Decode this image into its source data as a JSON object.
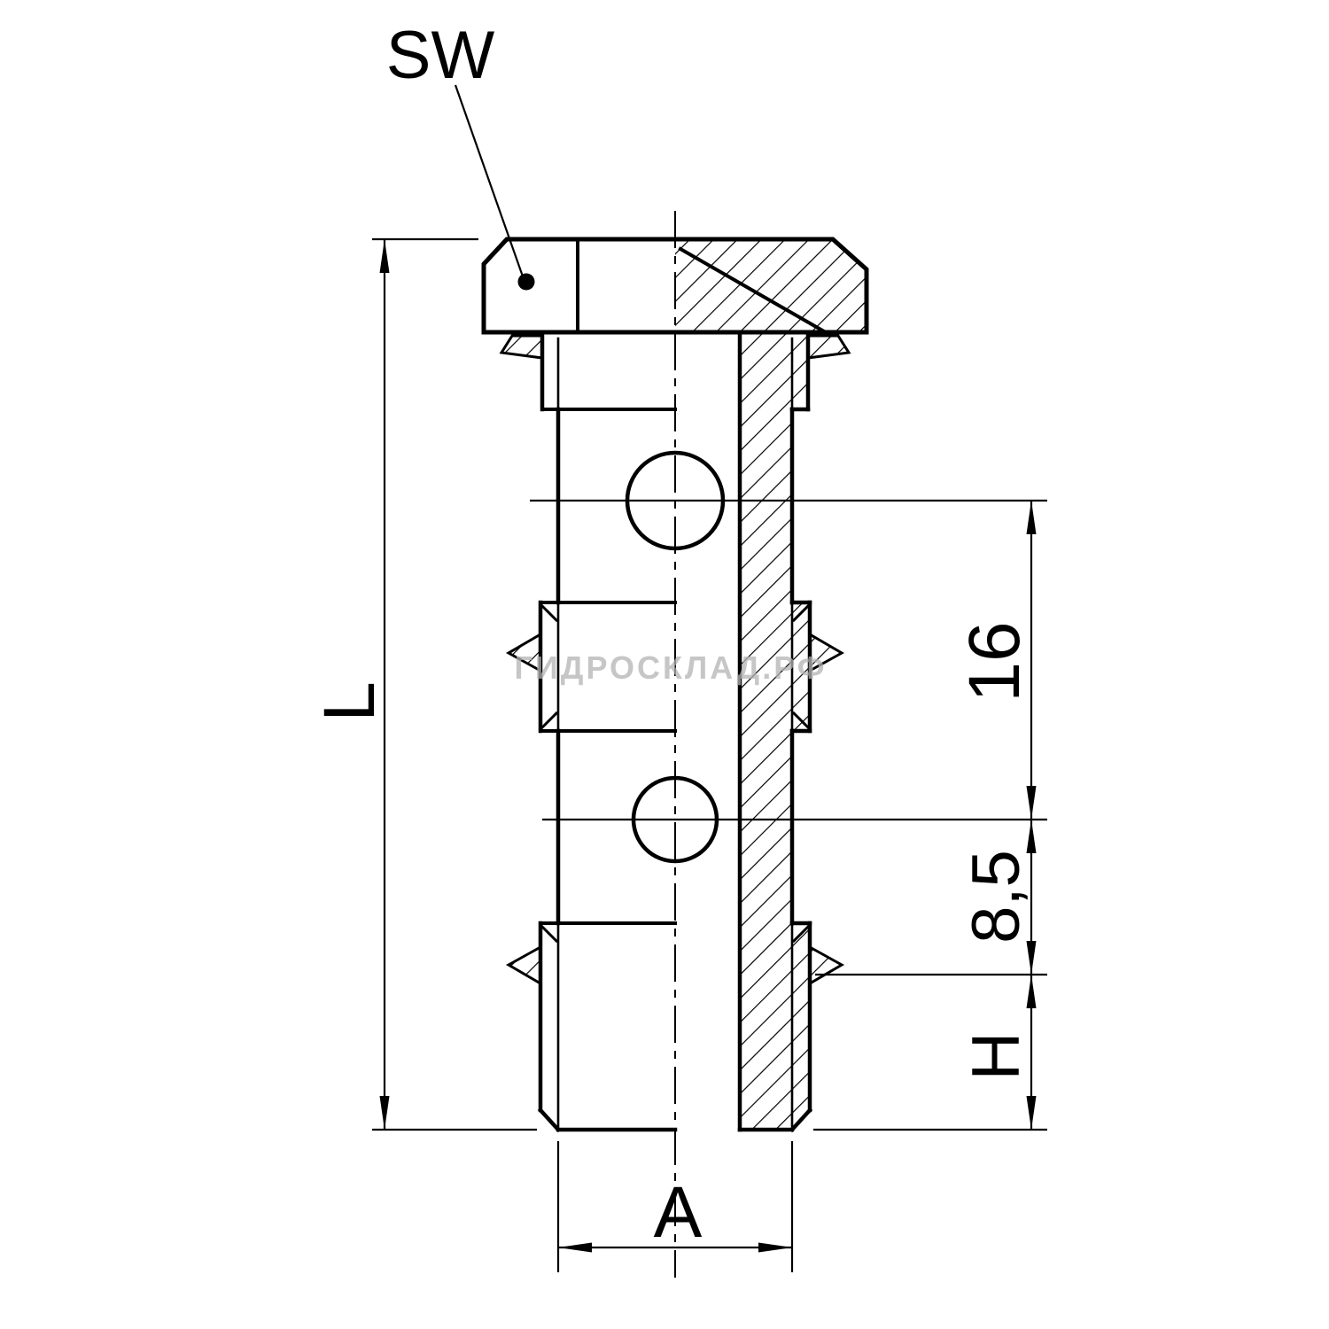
{
  "page": {
    "background": "#ffffff"
  },
  "drawing": {
    "kind": "hydraulic-banjo-bolt-section-drawing",
    "watermark": "ГИДРОСКЛАД.РФ",
    "dimensions": {
      "wrench_size": "SW",
      "overall_length": "L",
      "hole_spacing": "16",
      "hole_to_thread": "8,5",
      "thread_length": "H",
      "thread_size": "A"
    },
    "colors": {
      "line": "#000000",
      "background": "#ffffff",
      "watermark": "#b3b3b3"
    }
  }
}
